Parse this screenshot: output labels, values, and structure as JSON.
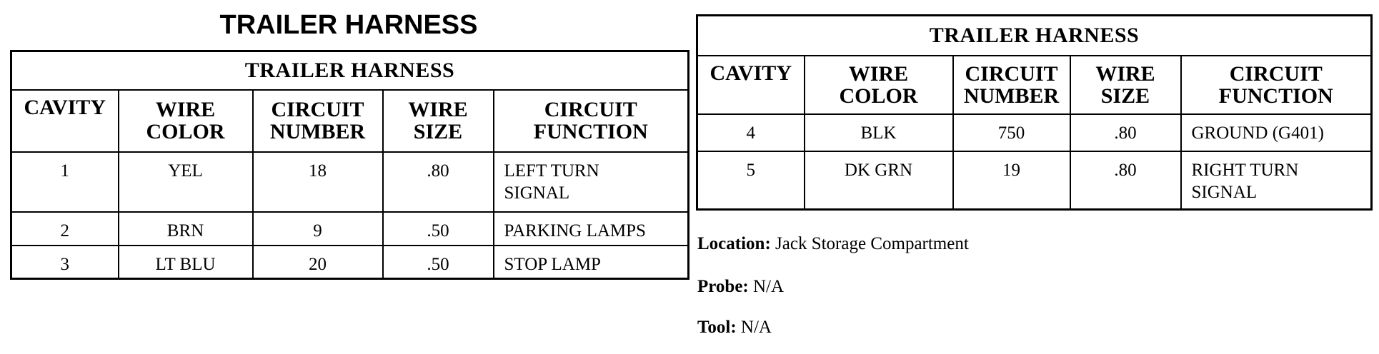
{
  "page_title": "TRAILER HARNESS",
  "left_table": {
    "caption": "TRAILER HARNESS",
    "headers": {
      "cavity": "CAVITY",
      "wire_color": [
        "WIRE",
        "COLOR"
      ],
      "circuit_number": [
        "CIRCUIT",
        "NUMBER"
      ],
      "wire_size": [
        "WIRE",
        "SIZE"
      ],
      "circuit_function": [
        "CIRCUIT",
        "FUNCTION"
      ]
    },
    "rows": [
      {
        "cavity": "1",
        "wire_color": "YEL",
        "circuit_number": "18",
        "wire_size": ".80",
        "circuit_function": [
          "LEFT TURN",
          "SIGNAL"
        ]
      },
      {
        "cavity": "2",
        "wire_color": "BRN",
        "circuit_number": "9",
        "wire_size": ".50",
        "circuit_function": [
          "PARKING LAMPS"
        ]
      },
      {
        "cavity": "3",
        "wire_color": "LT BLU",
        "circuit_number": "20",
        "wire_size": ".50",
        "circuit_function": [
          "STOP LAMP"
        ]
      }
    ]
  },
  "right_table": {
    "caption": "TRAILER HARNESS",
    "headers": {
      "cavity": "CAVITY",
      "wire_color": [
        "WIRE",
        "COLOR"
      ],
      "circuit_number": [
        "CIRCUIT",
        "NUMBER"
      ],
      "wire_size": [
        "WIRE",
        "SIZE"
      ],
      "circuit_function": [
        "CIRCUIT",
        "FUNCTION"
      ]
    },
    "rows": [
      {
        "cavity": "4",
        "wire_color": "BLK",
        "circuit_number": "750",
        "wire_size": ".80",
        "circuit_function": [
          "GROUND (G401)"
        ]
      },
      {
        "cavity": "5",
        "wire_color": "DK GRN",
        "circuit_number": "19",
        "wire_size": ".80",
        "circuit_function": [
          "RIGHT TURN",
          "SIGNAL"
        ]
      }
    ]
  },
  "info": {
    "location_label": "Location:",
    "location_value": "Jack Storage Compartment",
    "probe_label": "Probe:",
    "probe_value": "N/A",
    "tool_label": "Tool:",
    "tool_value": "N/A"
  }
}
